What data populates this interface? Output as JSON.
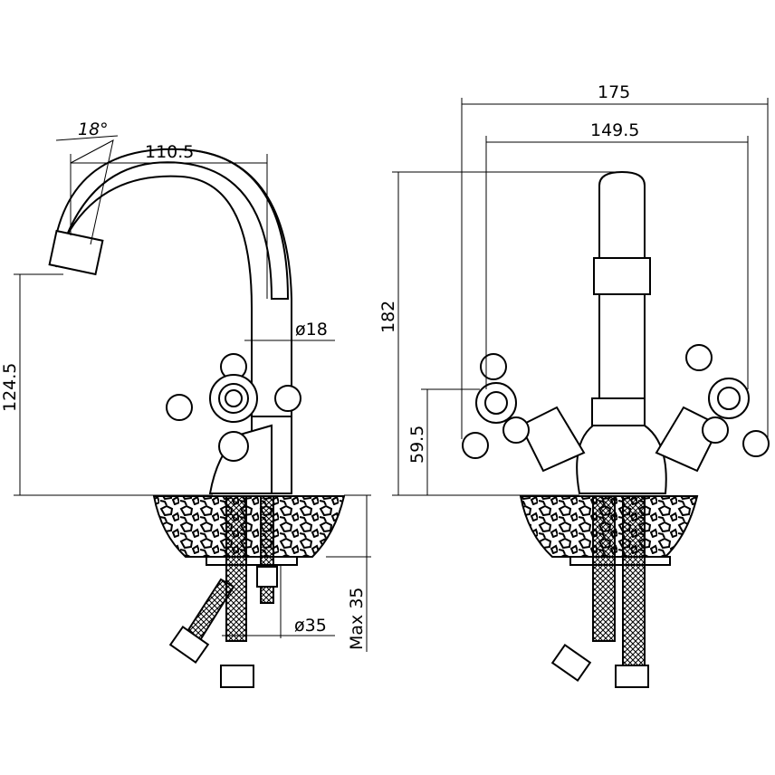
{
  "side_view": {
    "angle": "18°",
    "spout_reach": "110.5",
    "spout_diameter": "ø18",
    "spout_height": "124.5",
    "max_thickness": "Max 35",
    "hole_diameter": "ø35"
  },
  "front_view": {
    "overall_width": "175",
    "handle_width": "149.5",
    "overall_height": "182",
    "handle_height": "59.5"
  }
}
